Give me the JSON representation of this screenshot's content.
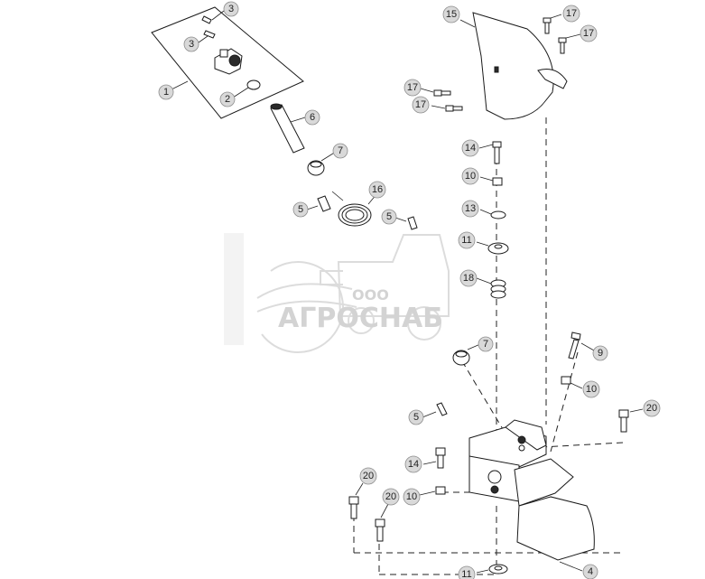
{
  "watermark": {
    "prefix": "ООО",
    "company": "АГРОСНАБ"
  },
  "callouts": {
    "c1": "1",
    "c2": "2",
    "c3a": "3",
    "c3b": "3",
    "c4": "4",
    "c5a": "5",
    "c5b": "5",
    "c5c": "5",
    "c6": "6",
    "c7a": "7",
    "c7b": "7",
    "c9": "9",
    "c10a": "10",
    "c10b": "10",
    "c10c": "10",
    "c11a": "11",
    "c11b": "11",
    "c13": "13",
    "c14a": "14",
    "c14b": "14",
    "c15": "15",
    "c16": "16",
    "c17a": "17",
    "c17b": "17",
    "c17c": "17",
    "c17d": "17",
    "c18": "18",
    "c20a": "20",
    "c20b": "20",
    "c20c": "20"
  }
}
